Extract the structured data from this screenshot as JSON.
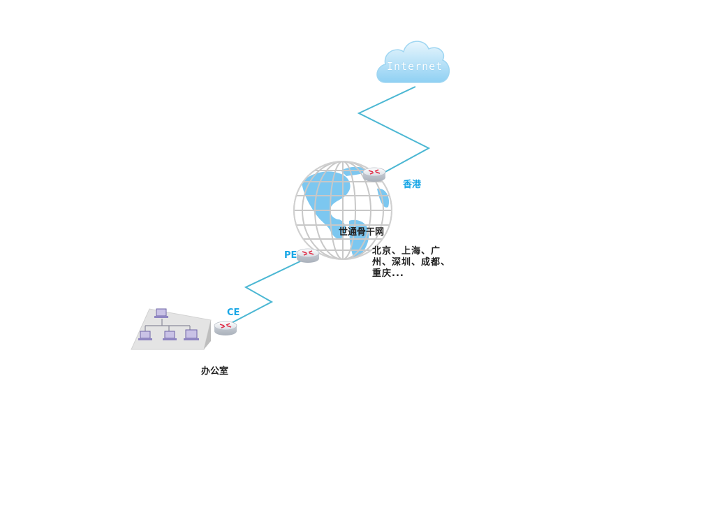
{
  "cloud": {
    "label": "Internet"
  },
  "backbone": {
    "label": "世通骨干网"
  },
  "hongkong": {
    "label": "香港"
  },
  "pe": {
    "label": "PE"
  },
  "ce": {
    "label": "CE"
  },
  "cities": {
    "label": "北京、上海、广州、深圳、成都、重庆..."
  },
  "office": {
    "label": "办公室"
  },
  "colors": {
    "link": "#4bb7d3",
    "accent": "#1aa7e6",
    "globe_land": "#7cc7f0",
    "router_mark": "#e0314a"
  }
}
